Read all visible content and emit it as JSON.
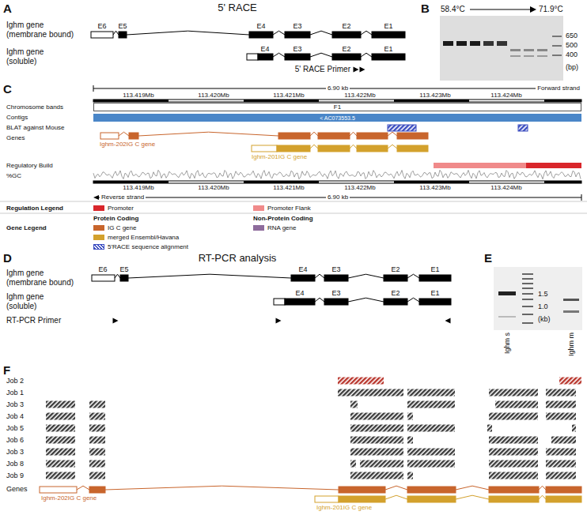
{
  "diagram": {
    "nodes": [
      {
        "text": [
          "F1"
        ]
      },
      {
        "text": [
          "< AC073553.5"
        ]
      }
    ],
    "labels": [
      "A",
      "5' RACE",
      "Ighm gene (membrane bound)",
      "E6",
      "E5",
      "E4",
      "E3",
      "E2",
      "E1",
      "Ighm gene (soluble)",
      "E4",
      "E3",
      "E2",
      "E1",
      "5' RACE Primer",
      "B",
      "58.4°C",
      "71.9°C",
      "650",
      "500",
      "400",
      "(bp)",
      "C",
      "6.90 kb",
      "Forward strand",
      "113.419Mb",
      "113.420Mb",
      "113.421Mb",
      "113.422Mb",
      "113.423Mb",
      "113.424Mb",
      "Chromosome bands",
      "Contigs",
      "BLAT against Mouse",
      "Genes",
      "Ighm-202IG C gene",
      "Ighm-201IG C gene",
      "Regulatory Build",
      "%GC",
      "113.419Mb",
      "113.420Mb",
      "113.421Mb",
      "113.422Mb",
      "113.423Mb",
      "113.424Mb",
      "Reverse strand",
      "6.90 kb",
      "Regulation Legend",
      "Gene Legend",
      "Protein Coding",
      "Non-Protein Coding",
      "D",
      "RT-PCR analysis",
      "Ighm gene (membrane bound)",
      "E6",
      "E5",
      "E4",
      "E3",
      "E2",
      "E1",
      "Ighm gene (soluble)",
      "E4",
      "E3",
      "E2",
      "E1",
      "RT-PCR Primer",
      "E",
      "1.5",
      "1.0",
      "(kb)",
      "Ighm s",
      "Ighm m",
      "F",
      "Job 2",
      "Job 1",
      "Job 3",
      "Job 4",
      "Job 5",
      "Job 6",
      "Job 3",
      "Job 8",
      "Job 9",
      "Genes",
      "Ighm-202IG C gene",
      "Ighm-201IG C gene"
    ],
    "legend": [
      {
        "text": "Promoter",
        "color": "#d9262b"
      },
      {
        "text": "Promoter Flank",
        "color": "#f08a8a"
      },
      {
        "text": "IG C gene",
        "color": "#c8652c"
      },
      {
        "text": "RNA gene",
        "color": "#8e6c9c"
      },
      {
        "text": "merged Ensembl/Havana",
        "color": "#d3a12d"
      },
      {
        "text": "5'RACE sequence alignment"
      }
    ]
  }
}
